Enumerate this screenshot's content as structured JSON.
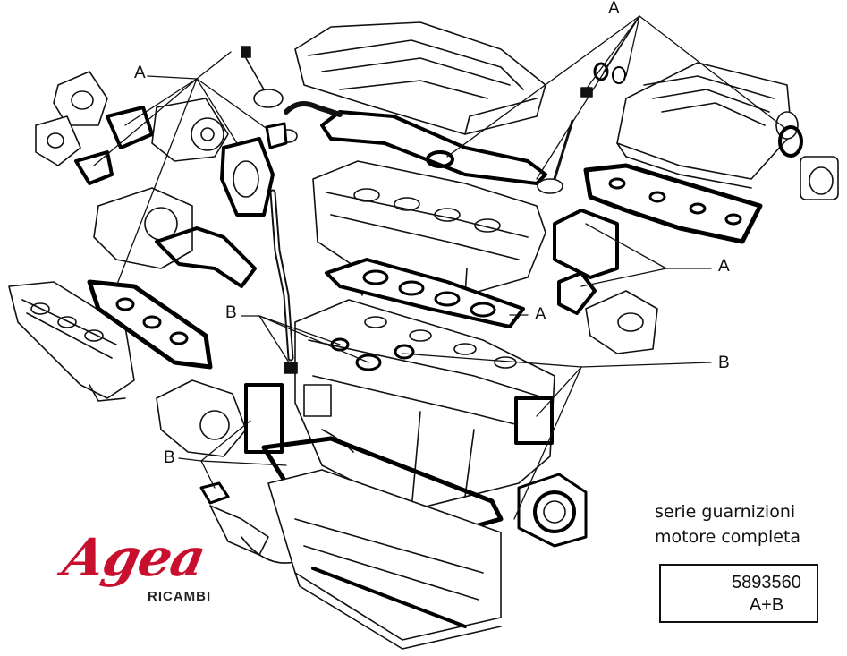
{
  "callouts": [
    {
      "id": "a-top-right",
      "text": "A"
    },
    {
      "id": "a-top-left",
      "text": "A"
    },
    {
      "id": "a-right-mid",
      "text": "A"
    },
    {
      "id": "a-head-gasket",
      "text": "A"
    },
    {
      "id": "b-left-mid",
      "text": "B"
    },
    {
      "id": "b-right",
      "text": "B"
    },
    {
      "id": "b-left-low",
      "text": "B"
    }
  ],
  "caption": {
    "line1": "serie guarnizioni",
    "line2": "motore completa"
  },
  "product": {
    "code": "5893560",
    "variant": "A+B"
  },
  "brand": {
    "name": "Agea",
    "subtitle": "RICAMBI",
    "color": "#c8102e"
  },
  "colors": {
    "ink": "#111111",
    "gasket": "#000000",
    "paper": "#ffffff"
  }
}
